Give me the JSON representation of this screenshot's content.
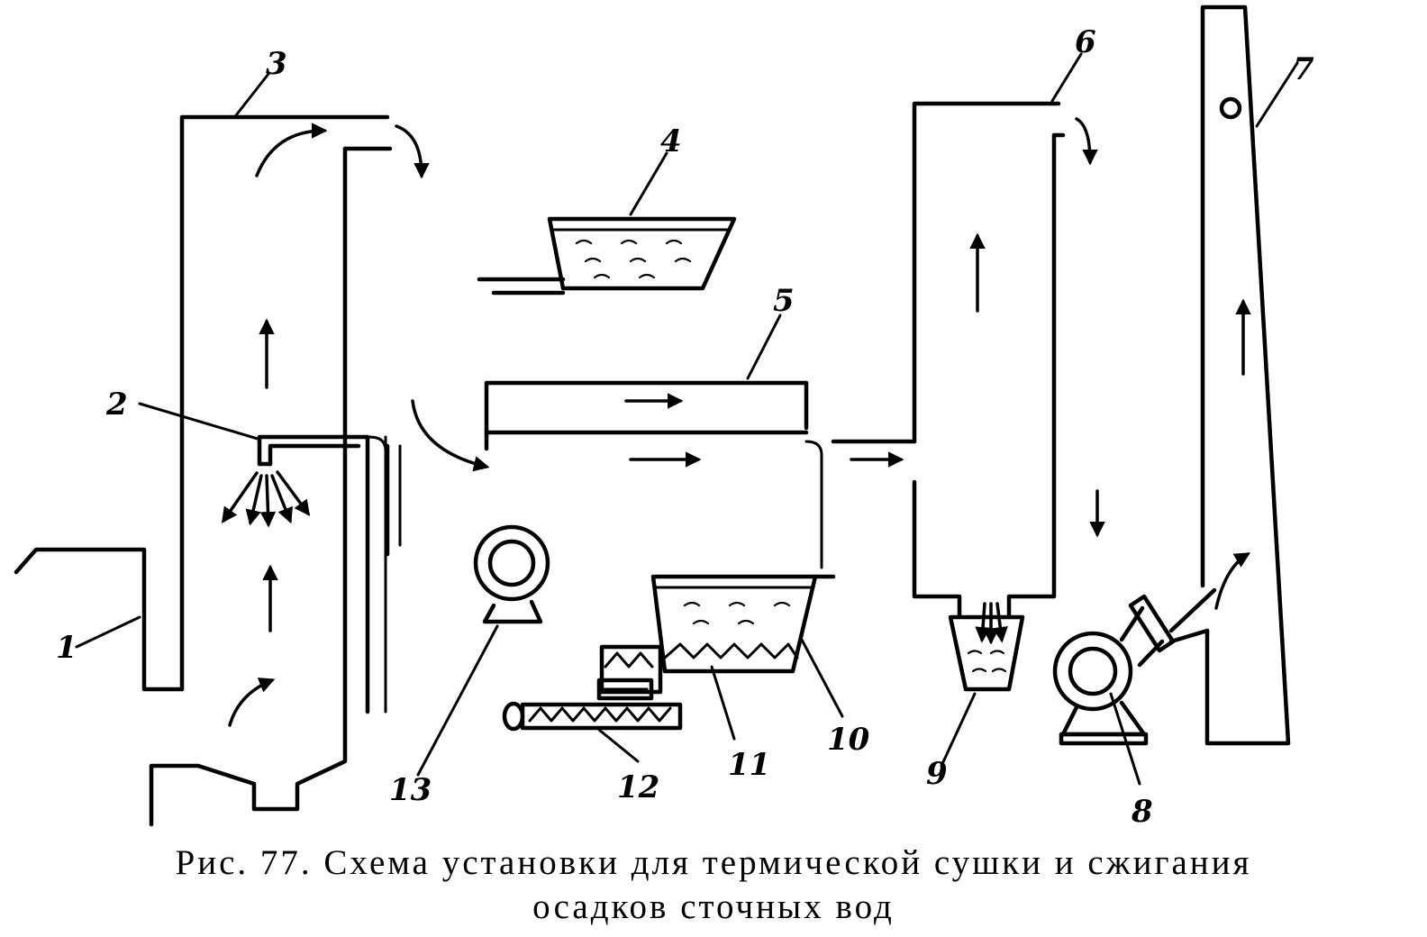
{
  "labels": {
    "n1": "1",
    "n2": "2",
    "n3": "3",
    "n4": "4",
    "n5": "5",
    "n6": "6",
    "n7": "7",
    "n8": "8",
    "n9": "9",
    "n10": "10",
    "n11": "11",
    "n12": "12",
    "n13": "13"
  },
  "caption": {
    "line1": "Рис. 77. Схема установки для термической сушки и сжигания",
    "line2": "осадков сточных вод"
  }
}
